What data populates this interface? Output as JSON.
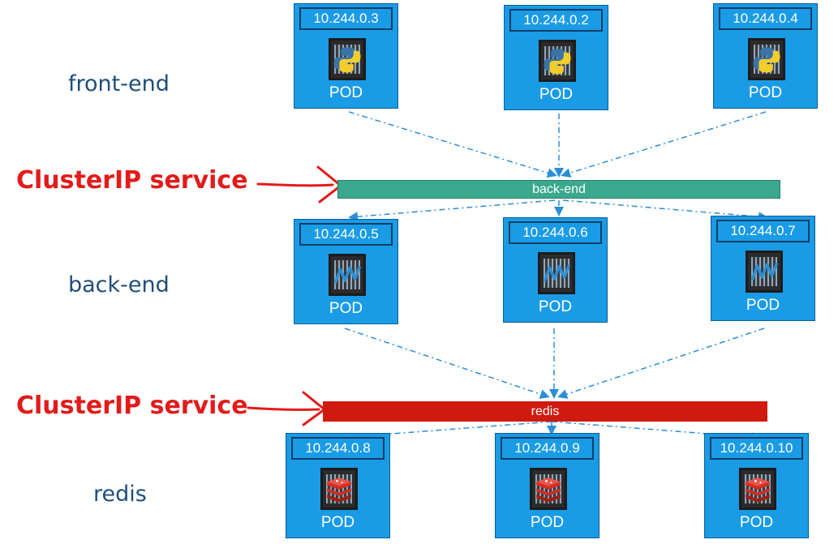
{
  "tiers": {
    "frontend": "front-end",
    "backend": "back-end",
    "redis": "redis"
  },
  "service_callouts": {
    "first": "ClusterIP service",
    "second": "ClusterIP service"
  },
  "services": {
    "backend": "back-end",
    "redis": "redis"
  },
  "pods": {
    "frontend": [
      {
        "ip": "10.244.0.3",
        "label": "POD",
        "icon": "python-icon"
      },
      {
        "ip": "10.244.0.2",
        "label": "POD",
        "icon": "python-icon"
      },
      {
        "ip": "10.244.0.4",
        "label": "POD",
        "icon": "python-icon"
      }
    ],
    "backend": [
      {
        "ip": "10.244.0.5",
        "label": "POD",
        "icon": "wave-icon"
      },
      {
        "ip": "10.244.0.6",
        "label": "POD",
        "icon": "wave-icon"
      },
      {
        "ip": "10.244.0.7",
        "label": "POD",
        "icon": "wave-icon"
      }
    ],
    "redis": [
      {
        "ip": "10.244.0.8",
        "label": "POD",
        "icon": "redis-icon"
      },
      {
        "ip": "10.244.0.9",
        "label": "POD",
        "icon": "redis-icon"
      },
      {
        "ip": "10.244.0.10",
        "label": "POD",
        "icon": "redis-icon"
      }
    ]
  },
  "colors": {
    "pod": "#1a9be6",
    "backend_service": "#3aa98e",
    "redis_service": "#d11a0f",
    "callout": "#e21b1b",
    "tier_label": "#1f4e79",
    "connector": "#2a8fd6"
  }
}
